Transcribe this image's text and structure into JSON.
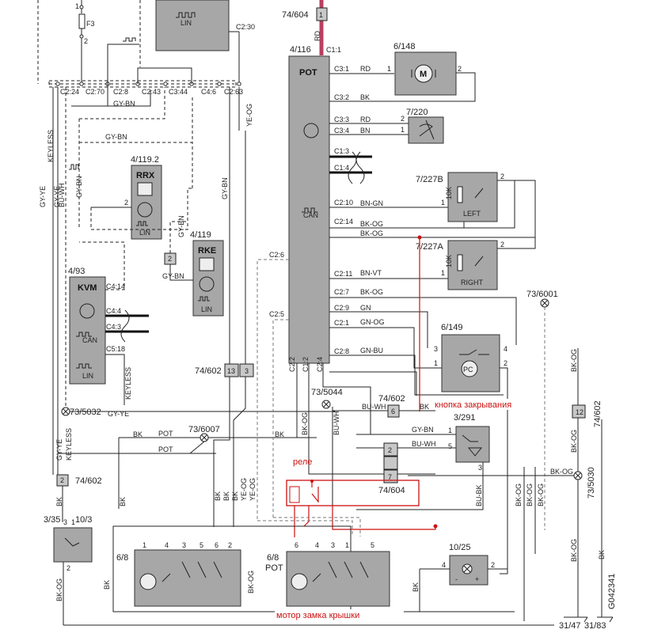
{
  "fuse": {
    "name": "F3",
    "pin1": "1",
    "pin2": "2"
  },
  "top_module": {
    "label": "LIN"
  },
  "pot": {
    "ref": "4/116",
    "title": "POT",
    "pin_top": "C1:1",
    "can": "CAN",
    "left_pins": [
      "C2:6",
      "C2:5",
      "C2:2",
      "C1:2",
      "C2:4"
    ],
    "right_pins": [
      "C3:1",
      "C3:2",
      "C3:3",
      "C3:4",
      "C1:3",
      "C1:4",
      "C2:10",
      "C2:14",
      "C2:11",
      "C2:7",
      "C2:9",
      "C2:1",
      "C2:8"
    ]
  },
  "connector_74_604_top": {
    "ref": "74/604",
    "pin": "1",
    "wire": "RD"
  },
  "motor_6_148": {
    "ref": "6/148",
    "symbol": "M",
    "p1": "1",
    "p2": "2"
  },
  "sensor_7_220": {
    "ref": "7/220",
    "p1": "1",
    "p2": "2"
  },
  "sensor_7_227b": {
    "ref": "7/227B",
    "value": "10K",
    "side": "LEFT",
    "p1": "1",
    "p2": "2"
  },
  "sensor_7_227a": {
    "ref": "7/227A",
    "value": "10K",
    "side": "RIGHT",
    "p1": "1",
    "p2": "2"
  },
  "pc_6_149": {
    "ref": "6/149",
    "symbol": "PC",
    "p1": "1",
    "p2": "2",
    "p3": "3",
    "p4": "4"
  },
  "rrx": {
    "ref": "4/119.2",
    "title": "RRX",
    "lin": "LIN",
    "pin": "2"
  },
  "rke": {
    "ref": "4/119",
    "title": "RKE",
    "lin": "LIN",
    "pin": "2"
  },
  "kvm": {
    "ref": "4/93",
    "title": "KVM",
    "can": "CAN",
    "lin": "LIN",
    "pins": [
      "C4:14",
      "C4:4",
      "C4:3",
      "C5:18"
    ]
  },
  "bus_pins": [
    "C2:24",
    "C2:70",
    "C2:8",
    "C2:43",
    "C3:44",
    "C4:6",
    "C2:63",
    "C2:30"
  ],
  "wires": {
    "rd": "RD",
    "bk": "BK",
    "bn": "BN",
    "bn_gn": "BN-GN",
    "bk_og": "BK-OG",
    "bn_vt": "BN-VT",
    "gn": "GN",
    "gn_og": "GN-OG",
    "gn_bu": "GN-BU",
    "gy_bn": "GY-BN",
    "gy_ye": "GY-YE",
    "bu_wh": "BU-WH",
    "ye_og": "YE-OG",
    "keyless": "KEYLESS",
    "pot": "POT",
    "bu_bk": "BU-BK"
  },
  "nodes": {
    "n6001": "73/6001",
    "n5044": "73/5044",
    "n5032": "73/5032",
    "n6007": "73/6007",
    "n5030": "73/5030"
  },
  "connectors": {
    "c74_602_a": "74/602",
    "c74_602_b": "74/602",
    "c74_602_c": "74/602",
    "c74_602_d": "74/602",
    "c74_604_b": "74/604",
    "pin13": "13",
    "pin3": "3",
    "pin6": "6",
    "pin2": "2",
    "pin7": "7",
    "pin12": "12",
    "pin2b": "2"
  },
  "switch_3_291": {
    "ref": "3/291",
    "p1": "1",
    "p5": "5",
    "p3": "3"
  },
  "switch_3_35": {
    "ref": "3/35",
    "ref2": "10/3",
    "p3": "3",
    "p1": "1",
    "p2": "2"
  },
  "motor_6_8_left": {
    "ref": "6/8",
    "pins": [
      "1",
      "4",
      "3",
      "5",
      "6",
      "2"
    ]
  },
  "motor_6_8_right": {
    "ref": "6/8",
    "title": "POT",
    "pins": [
      "6",
      "4",
      "3",
      "1",
      "5"
    ]
  },
  "lamp_10_25": {
    "ref": "10/25",
    "p4": "4",
    "p2": "2",
    "minus": "-",
    "plus": "+"
  },
  "grounds": {
    "g1": "31/47",
    "g2": "31/83",
    "code": "G042341"
  },
  "annotations": {
    "close_button": "кнопка закрывания",
    "relay": "реле",
    "lid_lock_motor": "мотор замка крышки"
  }
}
